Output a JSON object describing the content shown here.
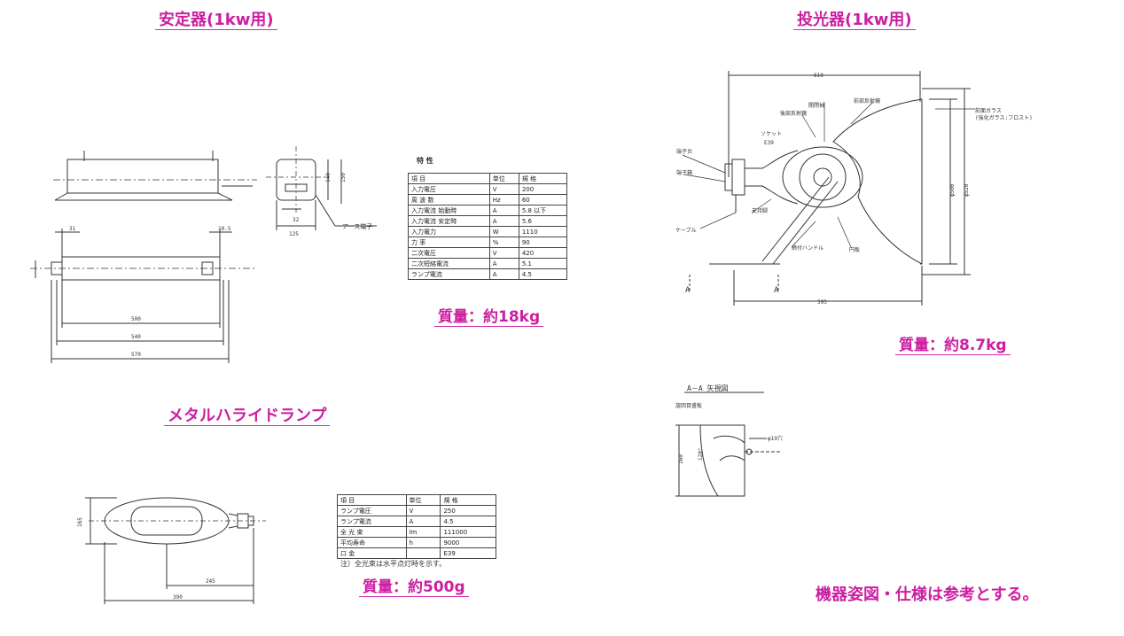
{
  "titles": {
    "ballast": "安定器(1kw用)",
    "floodlight": "投光器(1kw用)",
    "lamp": "メタルハライドランプ"
  },
  "weights": {
    "ballast": "質量：約18kg",
    "floodlight": "質量：約8.7kg",
    "lamp": "質量：約500g"
  },
  "note": "機器姿図・仕様は参考とする。",
  "ballast_spec": {
    "caption": "特 性",
    "header": [
      "項 目",
      "単位",
      "規 格"
    ],
    "rows": [
      [
        "入力電圧",
        "V",
        "200"
      ],
      [
        "周 波 数",
        "Hz",
        "60"
      ],
      [
        "入力電流 始動時",
        "A",
        "5.8 以下"
      ],
      [
        "入力電流 安定時",
        "A",
        "5.6"
      ],
      [
        "入力電力",
        "W",
        "1110"
      ],
      [
        "力 率",
        "%",
        "90"
      ],
      [
        "二次電圧",
        "V",
        "420"
      ],
      [
        "二次短絡電流",
        "A",
        "5.1"
      ],
      [
        "ランプ電流",
        "A",
        "4.5"
      ]
    ]
  },
  "lamp_spec": {
    "header": [
      "項 目",
      "単位",
      "規 格"
    ],
    "rows": [
      [
        "ランプ電圧",
        "V",
        "250"
      ],
      [
        "ランプ電流",
        "A",
        "4.5"
      ],
      [
        "全 光 束",
        "lm",
        "111000"
      ],
      [
        "平均寿命",
        "h",
        "9000"
      ],
      [
        "口 金",
        "",
        "E39"
      ]
    ],
    "footnote": "注）全光束は水平点灯時を示す。"
  },
  "dims": {
    "ballast": [
      "31",
      "10.5",
      "500",
      "540",
      "570",
      "140",
      "150",
      "125",
      "32"
    ],
    "floodlight": [
      "610",
      "595",
      "φ500",
      "φ520"
    ],
    "lamp": [
      "165",
      "245",
      "390"
    ],
    "aa": [
      "160",
      "120°",
      "φ19穴"
    ]
  },
  "labels": {
    "earth": "アース端子",
    "floodlight_parts": [
      "前面ガラス",
      "(強化ガラス:フロスト)",
      "前部反射鏡",
      "開閉袖",
      "後部反射鏡",
      "ソケット",
      "E39",
      "端子台",
      "端子箱",
      "ケーブル",
      "支持脚",
      "締付ハンドル",
      "円板"
    ],
    "section_a": "A",
    "aa_title": "A-A 矢視図",
    "aa_scale": "旋回目盛板"
  }
}
